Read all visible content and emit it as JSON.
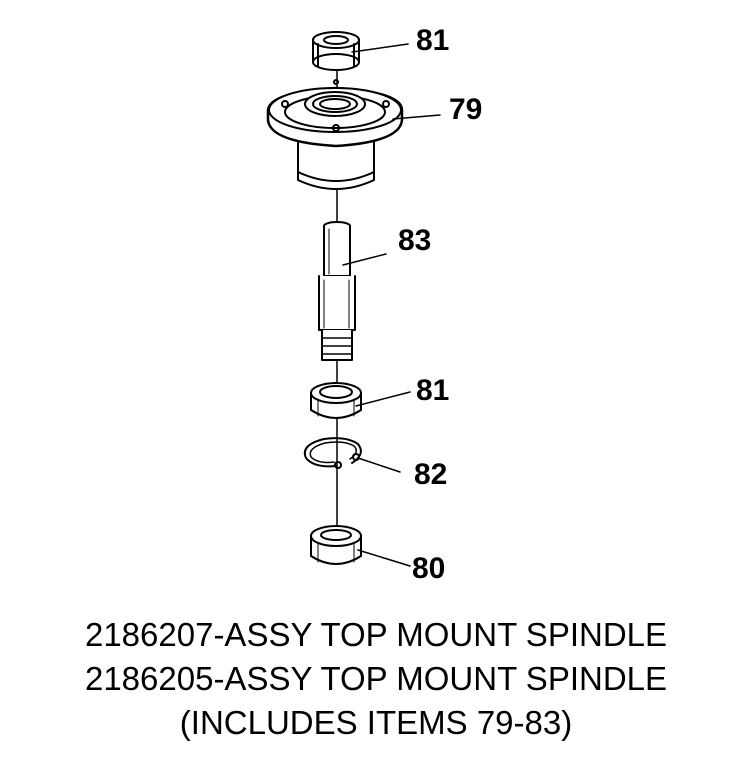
{
  "callouts": {
    "washer_top": "81",
    "hub": "79",
    "shaft": "83",
    "bearing_bottom": "81",
    "retaining_ring": "82",
    "bottom_bearing": "80"
  },
  "caption": {
    "line1": "2186207-ASSY TOP MOUNT SPINDLE",
    "line2": "2186205-ASSY TOP MOUNT SPINDLE",
    "line3": "(INCLUDES ITEMS 79-83)"
  },
  "colors": {
    "ink": "#000000",
    "background": "#ffffff"
  }
}
